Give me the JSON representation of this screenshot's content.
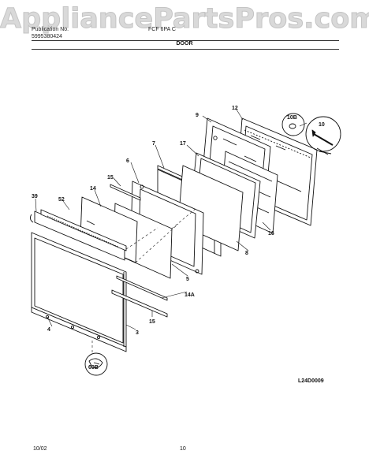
{
  "watermark": "AppliancePartsPros.com",
  "header": {
    "line1_left": "Publication No.",
    "line2_left": "5995380424",
    "model": "FCF 6PA C"
  },
  "section_title": "DOOR",
  "callouts": {
    "c3": "3",
    "c4": "4",
    "c5": "5",
    "c6": "6",
    "c7": "7",
    "c8": "8",
    "c9": "9",
    "c10": "10",
    "c10b": "10B",
    "c12": "12",
    "c14": "14",
    "c14a": "14A",
    "c15a": "15",
    "c15b": "15",
    "c16": "16",
    "c17": "17",
    "c39": "39",
    "c52": "52",
    "c60b": "60B"
  },
  "drawing_ref": "L24D0009",
  "footer": {
    "date": "10/02",
    "page": "10"
  }
}
